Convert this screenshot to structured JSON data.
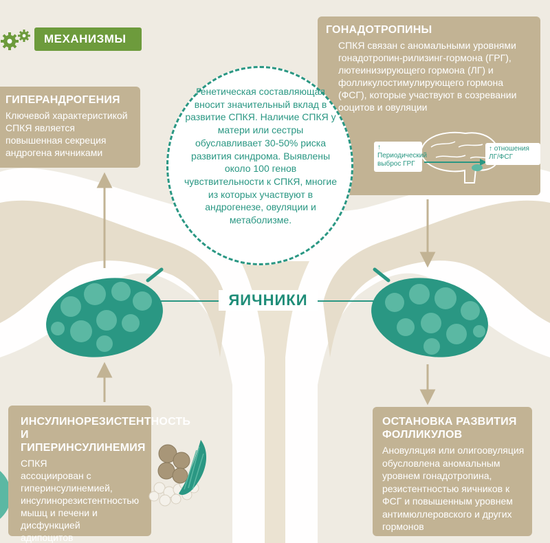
{
  "header": {
    "label": "МЕХАНИЗМЫ",
    "icon": "gears-icon"
  },
  "colors": {
    "teal": "#2a9783",
    "beige": "#c2b394",
    "green": "#6d9b3c",
    "background": "#efebe2"
  },
  "center": {
    "text": "Генетическая составляющая вносит значительный вклад в развитие СПКЯ. Наличие СПКЯ у матери или сестры обуславливает 30-50% риска развития синдрома. Выявлены около 100 генов чувствительности к СПКЯ, многие из которых участвуют в андрогенезе, овуляции и метаболизме.",
    "ovaries_label": "ЯИЧНИКИ"
  },
  "hyperandrogenia": {
    "title": "ГИПЕРАНДРОГЕНИЯ",
    "text": "Ключевой характеристикой СПКЯ является повышенная секреция андрогена яичниками"
  },
  "gonadotropins": {
    "title": "ГОНАДОТРОПИНЫ",
    "text": "СПКЯ связан с аномальными уровнями гонадотропин-рилизинг-гормона (ГРГ), лютеинизирующего гормона (ЛГ) и фолликулостимулирующего гормона (ФСГ), которые участвуют в созревании ооцитов и овуляции",
    "tag_left": "↑ Периодический выброс ГРГ",
    "tag_right": "↑ отношения ЛГ/ФСГ"
  },
  "insulin": {
    "title": "ИНСУЛИНОРЕЗИСТЕНТНОСТЬ И ГИПЕРИНСУЛИНЕМИЯ",
    "text": "СПКЯ ассоциирован с гиперинсулинемией, инсулинорезистентностью мышц и печени и дисфункцией адипоцитов"
  },
  "follicle": {
    "title": "ОСТАНОВКА РАЗВИТИЯ ФОЛЛИКУЛОВ",
    "text": "Ановуляция или олигоовуляция обусловлена аномальным уровнем гонадотропина, резистентностью яичников к ФСГ и повышенным уровнем антимюллеровского и других гормонов"
  }
}
